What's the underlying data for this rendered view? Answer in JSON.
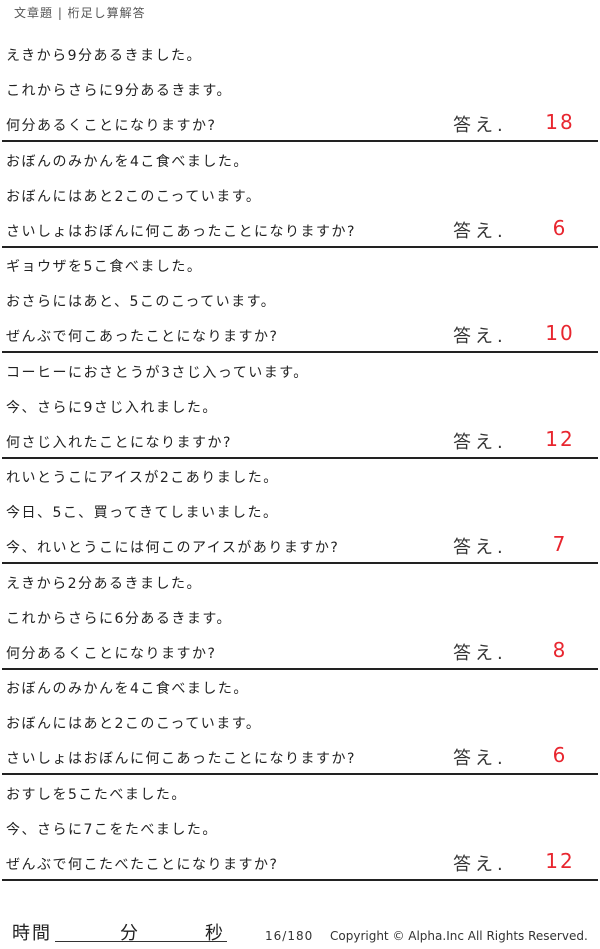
{
  "header": {
    "title": "文章題 | 桁足し算解答"
  },
  "answer_label": "答え.",
  "colors": {
    "answer": "#e8262f",
    "text": "#222222",
    "rule": "#222222"
  },
  "problems": [
    {
      "lines": [
        "えきから9分あるきました。",
        "これからさらに9分あるきます。",
        "何分あるくことになりますか?"
      ],
      "answer": "18"
    },
    {
      "lines": [
        "おぼんのみかんを4こ食べました。",
        "おぼんにはあと2このこっています。",
        "さいしょはおぼんに何こあったことになりますか?"
      ],
      "answer": "6"
    },
    {
      "lines": [
        "ギョウザを5こ食べました。",
        "おさらにはあと、5このこっています。",
        "ぜんぶで何こあったことになりますか?"
      ],
      "answer": "10"
    },
    {
      "lines": [
        "コーヒーにおさとうが3さじ入っています。",
        "今、さらに9さじ入れました。",
        "何さじ入れたことになりますか?"
      ],
      "answer": "12"
    },
    {
      "lines": [
        "れいとうこにアイスが2こありました。",
        "今日、5こ、買ってきてしまいました。",
        "今、れいとうこには何このアイスがありますか?"
      ],
      "answer": "7"
    },
    {
      "lines": [
        "えきから2分あるきました。",
        "これからさらに6分あるきます。",
        "何分あるくことになりますか?"
      ],
      "answer": "8"
    },
    {
      "lines": [
        "おぼんのみかんを4こ食べました。",
        "おぼんにはあと2このこっています。",
        "さいしょはおぼんに何こあったことになりますか?"
      ],
      "answer": "6"
    },
    {
      "lines": [
        "おすしを5こたべました。",
        "今、さらに7こをたべました。",
        "ぜんぶで何こたべたことになりますか?"
      ],
      "answer": "12"
    }
  ],
  "footer": {
    "time_label": "時間",
    "minutes_label": "分",
    "seconds_label": "秒",
    "page": "16/180",
    "copyright": "Copyright ©  Alpha.Inc All Rights Reserved."
  }
}
